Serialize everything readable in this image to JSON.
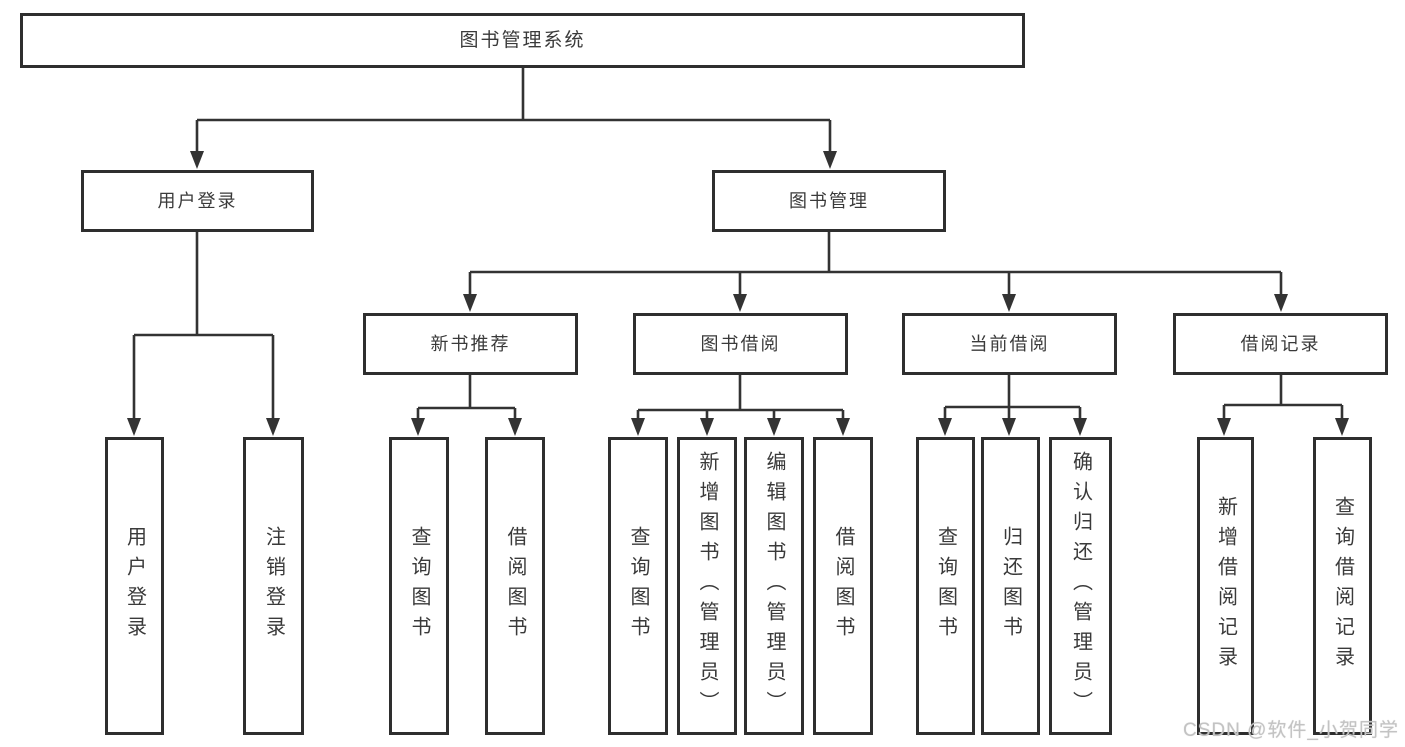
{
  "root": {
    "label": "图书管理系统"
  },
  "modules": [
    {
      "label": "用户登录",
      "children": [
        {
          "label": "用户登录"
        },
        {
          "label": "注销登录"
        }
      ]
    },
    {
      "label": "图书管理",
      "sections": [
        {
          "label": "新书推荐",
          "children": [
            {
              "label": "查询图书"
            },
            {
              "label": "借阅图书"
            }
          ]
        },
        {
          "label": "图书借阅",
          "children": [
            {
              "label": "查询图书"
            },
            {
              "label": "新增图书（管理员）"
            },
            {
              "label": "编辑图书（管理员）"
            },
            {
              "label": "借阅图书"
            }
          ]
        },
        {
          "label": "当前借阅",
          "children": [
            {
              "label": "查询图书"
            },
            {
              "label": "归还图书"
            },
            {
              "label": "确认归还（管理员）"
            }
          ]
        },
        {
          "label": "借阅记录",
          "children": [
            {
              "label": "新增借阅记录"
            },
            {
              "label": "查询借阅记录"
            }
          ]
        }
      ]
    }
  ],
  "watermark": {
    "text": "CSDN @软件_小贺同学"
  },
  "colors": {
    "line": "#333333",
    "box_border": "#2e2e2e",
    "text": "#3a3a3a",
    "background": "#ffffff",
    "watermark": "#c3c3c3"
  }
}
